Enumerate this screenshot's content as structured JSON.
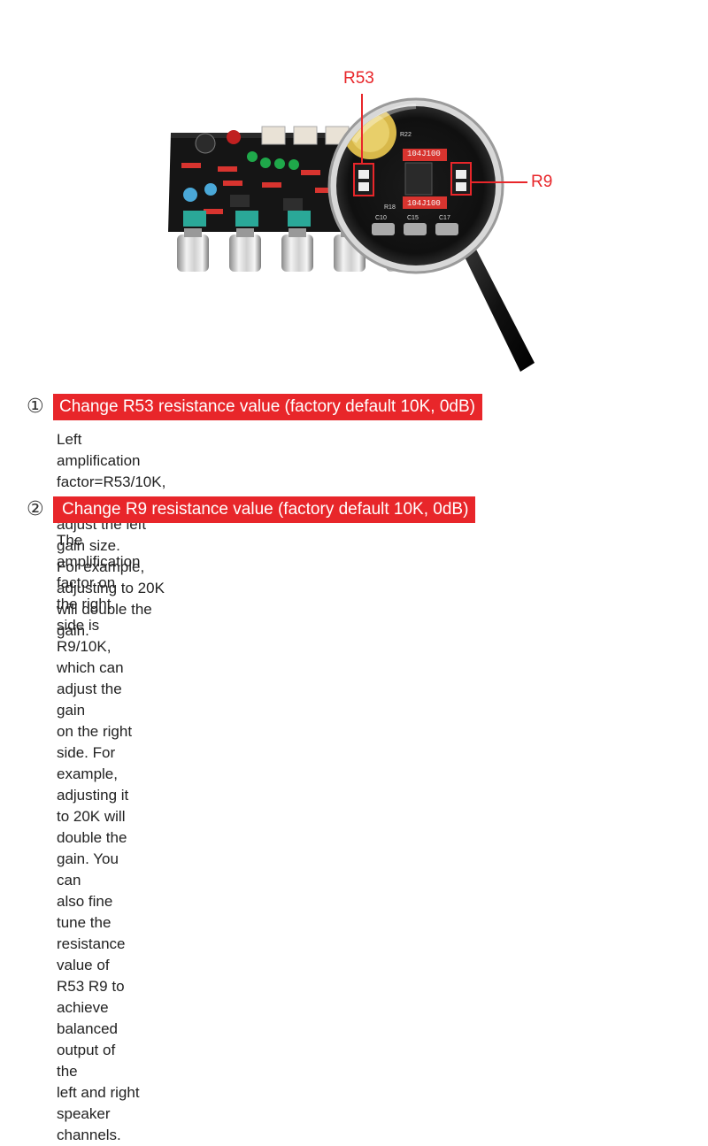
{
  "callouts": {
    "r53": "R53",
    "r9": "R9"
  },
  "board_labels": {
    "chip_top": "104J100",
    "chip_bottom": "104J100",
    "c10": "C10",
    "c15": "C15",
    "c17": "C17",
    "r22": "R22",
    "r18": "R18"
  },
  "steps": [
    {
      "number": "①",
      "title": "Change R53 resistance value (factory default 10K, 0dB)",
      "lines": [
        "Left amplification factor=R53/10K, which can adjust the left gain size.",
        "For example, adjusting to 20K will double the gain."
      ]
    },
    {
      "number": "②",
      "title": "Change R9 resistance value (factory default 10K, 0dB)",
      "lines": [
        "The amplification factor on the right side is R9/10K, which can adjust the gain",
        "on the right side. For example, adjusting it to 20K will double the gain. You can",
        "also fine tune the resistance value of R53 R9 to achieve balanced output of the",
        "left and right speaker channels."
      ]
    }
  ],
  "colors": {
    "accent": "#e8262a",
    "board": "#141414",
    "knob": "#c9c9c9"
  }
}
